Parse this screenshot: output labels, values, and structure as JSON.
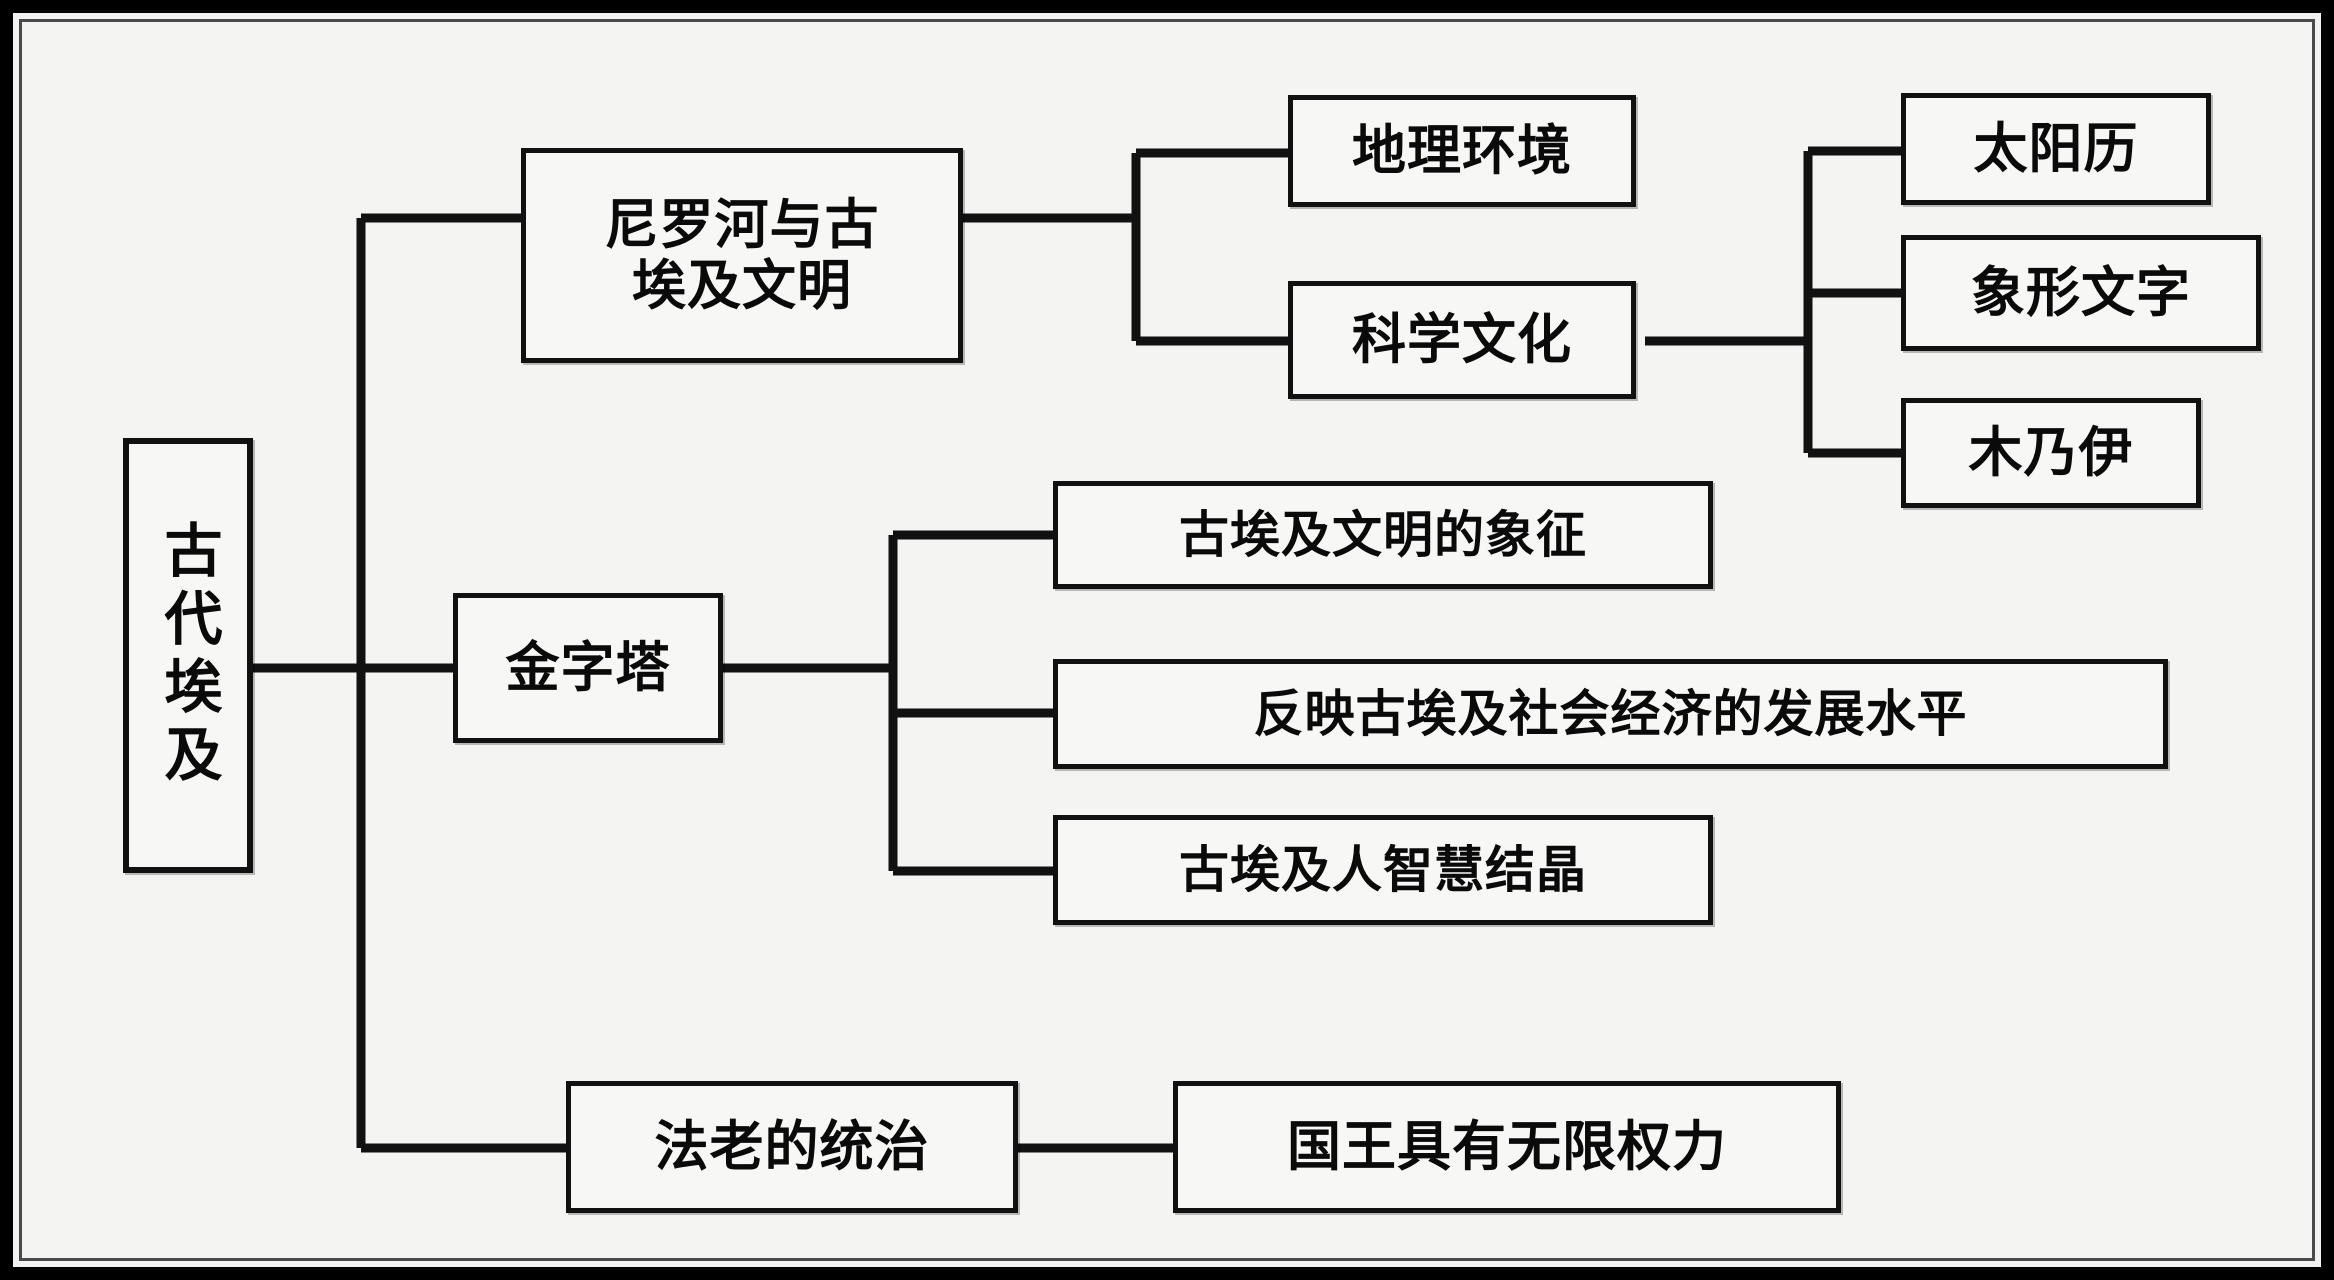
{
  "diagram": {
    "type": "tree-mindmap",
    "title": "古代埃及",
    "orientation": "left-to-right",
    "colors": {
      "frame": "#000000",
      "node_border": "#111111",
      "node_fill": "#f7f7f5",
      "connector": "#111111",
      "background": "#f4f4f2",
      "text": "#0a0a0a"
    }
  },
  "nodes": {
    "root": {
      "label": "古代埃及"
    },
    "branch1": {
      "label": "尼罗河与古\n埃及文明"
    },
    "branch1_child1": {
      "label": "地理环境"
    },
    "branch1_child2": {
      "label": "科学文化"
    },
    "branch1_leaf1": {
      "label": "太阳历"
    },
    "branch1_leaf2": {
      "label": "象形文字"
    },
    "branch1_leaf3": {
      "label": "木乃伊"
    },
    "branch2": {
      "label": "金字塔"
    },
    "branch2_child1": {
      "label": "古埃及文明的象征"
    },
    "branch2_child2": {
      "label": "反映古埃及社会经济的发展水平"
    },
    "branch2_child3": {
      "label": "古埃及人智慧结晶"
    },
    "branch3": {
      "label": "法老的统治"
    },
    "branch3_child1": {
      "label": "国王具有无限权力"
    }
  },
  "edges": [
    {
      "from": "root",
      "to": "branch1"
    },
    {
      "from": "root",
      "to": "branch2"
    },
    {
      "from": "root",
      "to": "branch3"
    },
    {
      "from": "branch1",
      "to": "branch1_child1"
    },
    {
      "from": "branch1",
      "to": "branch1_child2"
    },
    {
      "from": "branch1_child2",
      "to": "branch1_leaf1"
    },
    {
      "from": "branch1_child2",
      "to": "branch1_leaf2"
    },
    {
      "from": "branch1_child2",
      "to": "branch1_leaf3"
    },
    {
      "from": "branch2",
      "to": "branch2_child1"
    },
    {
      "from": "branch2",
      "to": "branch2_child2"
    },
    {
      "from": "branch2",
      "to": "branch2_child3"
    },
    {
      "from": "branch3",
      "to": "branch3_child1"
    }
  ]
}
